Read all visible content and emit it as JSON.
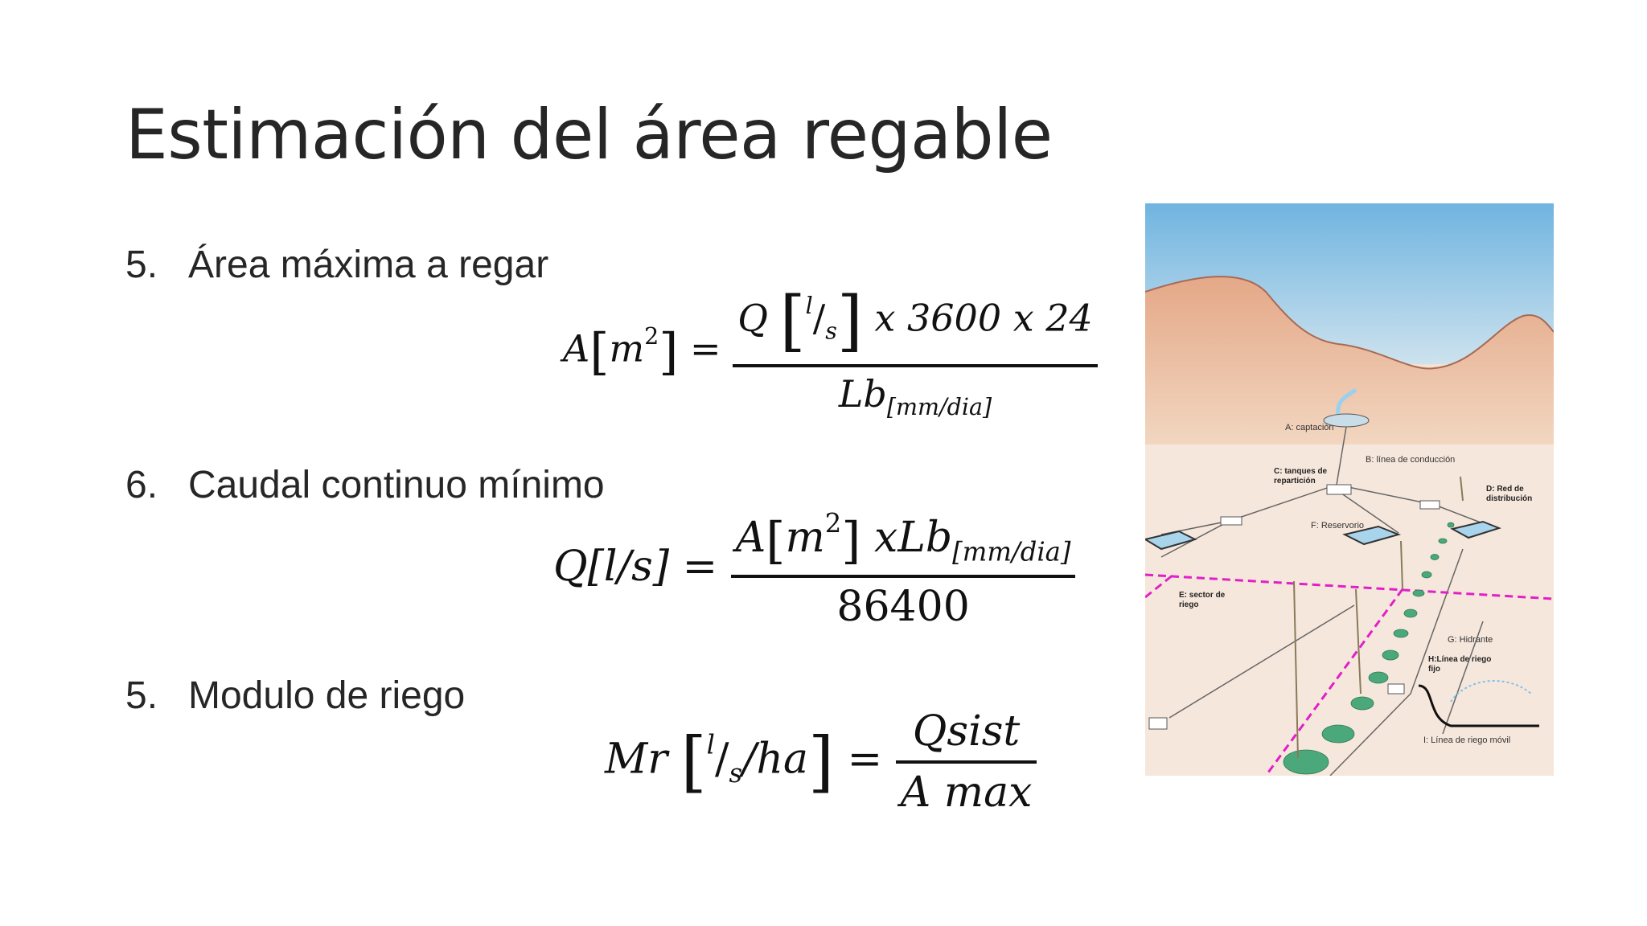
{
  "slide": {
    "title": "Estimación del área regable",
    "items": [
      {
        "num": "5.",
        "label": "Área máxima a regar"
      },
      {
        "num": "6.",
        "label": "Caudal continuo mínimo"
      },
      {
        "num": "5.",
        "label": "Modulo de riego"
      }
    ]
  },
  "formulas": {
    "area": {
      "lhs_var": "A",
      "lhs_unit": "m",
      "lhs_exp": "2",
      "num_var": "Q",
      "num_unit_top": "l",
      "num_unit_bottom": "s",
      "num_rest": "x 3600 x 24",
      "den_var": "Lb",
      "den_sub": "[mm/dia]"
    },
    "caudal": {
      "lhs": "Q[l/s]",
      "num_var": "A",
      "num_unit": "m",
      "num_exp": "2",
      "num_rest": "xLb",
      "num_sub": "[mm/dia]",
      "den": "86400"
    },
    "modulo": {
      "lhs_var": "Mr",
      "unit_top": "l",
      "unit_bottom": "s",
      "unit_rest": "/ha",
      "num": "Qsist",
      "den": "A max"
    }
  },
  "diagram": {
    "labels": {
      "a": "A: captación",
      "b": "B: línea de conducción",
      "c1": "C: tanques de",
      "c2": "repartición",
      "d1": "D: Red de",
      "d2": "distribución",
      "f": "F: Reservorio",
      "e1": "E: sector de",
      "e2": "riego",
      "g": "G: Hidrante",
      "h1": "H:Línea de riego",
      "h2": "fijo",
      "i": "I: Línea de riego móvil"
    },
    "colors": {
      "sky": "#7fbfe6",
      "ground": "#f2dcc8",
      "hill": "#e8b898",
      "sector": "#e020c8",
      "plant": "#4aa87a"
    }
  }
}
